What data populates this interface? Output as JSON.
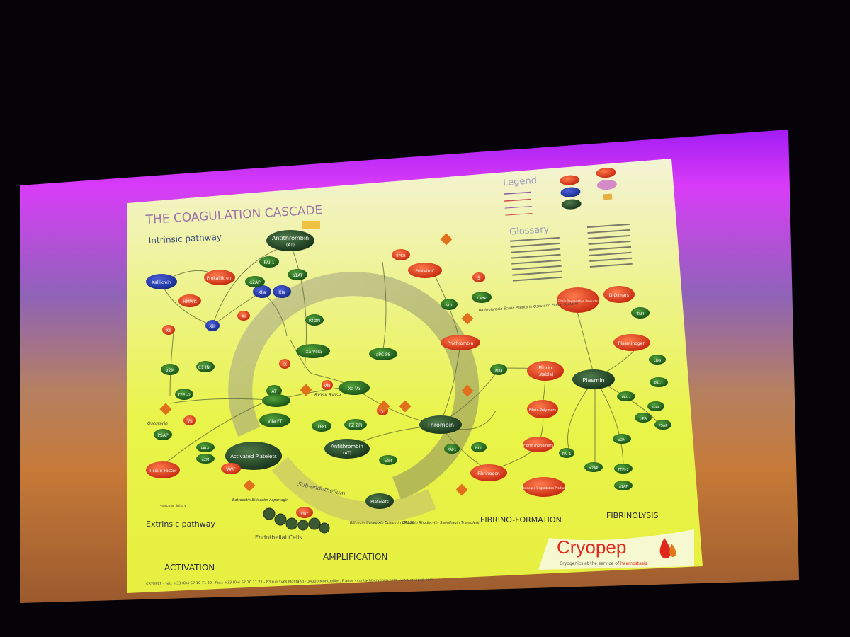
{
  "slide": {
    "title": "THE COAGULATION CASCADE",
    "sections": {
      "intrinsic": "Intrinsic pathway",
      "extrinsic": "Extrinsic pathway",
      "sub_endothelium": "Sub-endothelium",
      "endothelial_cells": "Endothelial Cells",
      "vascular_injury": "vascular injury"
    },
    "legend_title": "Legend",
    "glossary_title": "Glossary",
    "phases": {
      "activation": "ACTIVATION",
      "amplification": "AMPLIFICATION",
      "fibrino_formation": "FIBRINO-FORMATION",
      "fibrinolysis": "FIBRINOLYSIS"
    },
    "brand": {
      "name": "Cryopep",
      "tagline_pre": "Cryogenics at the service of ",
      "tagline_em": "haemostasis"
    },
    "footer": "CRYOPEP - tel.: +33 (0)4 67 10 71 20 - fax.: +33 (0)4 67 10 71 21 - 83 rue Yves Montand - 34000 Montpellier, France - contact@cryopep.com - www.cryopep.com",
    "nodes": {
      "antithrombin_top": "Antithrombin",
      "antithrombin_top_sub": "(AT)",
      "kallikrein": "Kallikrein",
      "prekallikrein": "Prekallikrein",
      "hmwk": "HMWK",
      "xiia": "XIIa",
      "xia": "XIa",
      "xiii": "XIII",
      "xii": "XII",
      "xi": "XI",
      "ix": "IX",
      "ixa_viiia": "IXa VIIIa",
      "xa_va": "Xa Va",
      "viia_ft": "VIIa FT",
      "vii": "VII",
      "at": "AT",
      "tfpi": "TFPI",
      "pz_zpi": "PZ ZPI",
      "pai1_a": "PAI-1",
      "a1at": "α1AT",
      "a2ap": "α2AP",
      "c1inh": "C1 INH",
      "a2m": "α2M",
      "tfpi2": "TFPI-2",
      "psap": "PSAP",
      "tissue_factor": "Tissue Factor",
      "vwf": "VWF",
      "activated_platelets": "Activated Platelets",
      "antithrombin_mid": "Antithrombin",
      "antithrombin_mid_sub": "(AT)",
      "platelets": "Platelets",
      "thrombin": "Thrombin",
      "prothrombin": "Prothrombin",
      "protein_c": "Protein C",
      "epcr": "EPCR",
      "pci": "PCI",
      "c4bp": "C4BP",
      "apc_ps": "aPC PS",
      "xiiia": "XIIIa",
      "fibrin_stable": "Fibrin",
      "fibrin_stable_sub": "(stable)",
      "fibrin_polymers": "Fibrin Polymers",
      "fibrin_monomers": "Fibrin monomers",
      "fibrinogen": "Fibrinogen",
      "fdp": "Fibrinogen Degradation Products",
      "fibrin_dp": "Fibrin Degradation Products",
      "d_dimers": "D-Dimers",
      "plasmin": "Plasmin",
      "plasminogen": "Plasminogen",
      "tafi": "TAFI",
      "pai2": "PAI-2",
      "upa": "u-PA",
      "tpa": "t-PA",
      "lrg": "LRG",
      "hcii": "HCII",
      "v": "V",
      "viii": "VIII",
      "s": "S"
    },
    "venoms": {
      "botrocetin": "Botrocetin Bitiscetin Aspartagin",
      "bothrojaracin": "Bothrojaracin Ecarin Pseutarin Oscutarin Ecotin Textarin",
      "rvv": "RVV-X RVV-V",
      "oscutarin": "Oscutarin",
      "mucetin": "Mucetin Rhodocytin Stejnihagin Triwaglerin",
      "bilinexin": "Bilinexin Convulxin Echicetin EMS16"
    }
  },
  "colors": {
    "slide_green": "#e9f25a",
    "slide_top": "#f3f8c8",
    "projector_magenta": "#c21bff",
    "projector_orange": "#c97a2e",
    "node_red": "#d9361c",
    "node_green": "#1f6e1c",
    "node_blue": "#1a2f9a",
    "title_color": "#9a74a8",
    "brand_red": "#e1281c"
  }
}
